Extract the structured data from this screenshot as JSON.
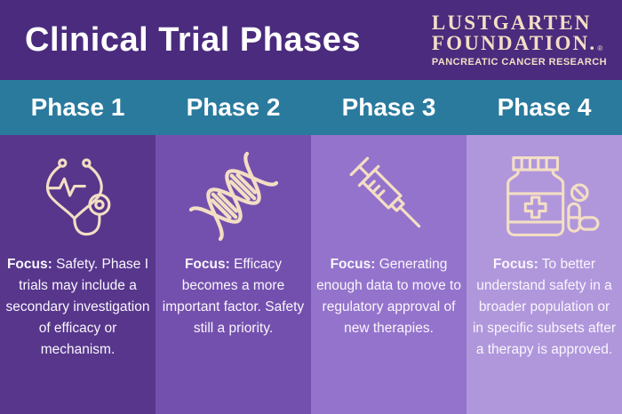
{
  "header": {
    "title": "Clinical Trial Phases",
    "logo": {
      "line1": "LUSTGARTEN",
      "line2": "FOUNDATION.",
      "registered": "®",
      "tagline": "PANCREATIC CANCER RESEARCH"
    }
  },
  "phase_band": {
    "labels": [
      "Phase 1",
      "Phase 2",
      "Phase 3",
      "Phase 4"
    ]
  },
  "columns": [
    {
      "phase": "Phase 1",
      "icon": "stethoscope-icon",
      "focus_label": "Focus:",
      "description": "Safety. Phase I trials may include a secondary investigation of efficacy or mechanism."
    },
    {
      "phase": "Phase 2",
      "icon": "dna-icon",
      "focus_label": "Focus:",
      "description": "Efficacy becomes a more important factor. Safety still a priority."
    },
    {
      "phase": "Phase 3",
      "icon": "syringe-icon",
      "focus_label": "Focus:",
      "description": "Generating enough data to move to regulatory approval of new therapies."
    },
    {
      "phase": "Phase 4",
      "icon": "pill-bottle-icon",
      "focus_label": "Focus:",
      "description": "To better understand safety in a broader population or in specific subsets after a therapy is approved."
    }
  ],
  "colors": {
    "header_bg": "#4A2B7D",
    "band_bg": "#2A7A9E",
    "cream": "#F4DEC4",
    "text": "#F9F6FC",
    "column_bgs": [
      "#57368C",
      "#7450AE",
      "#9473CC",
      "#B097DC"
    ]
  }
}
